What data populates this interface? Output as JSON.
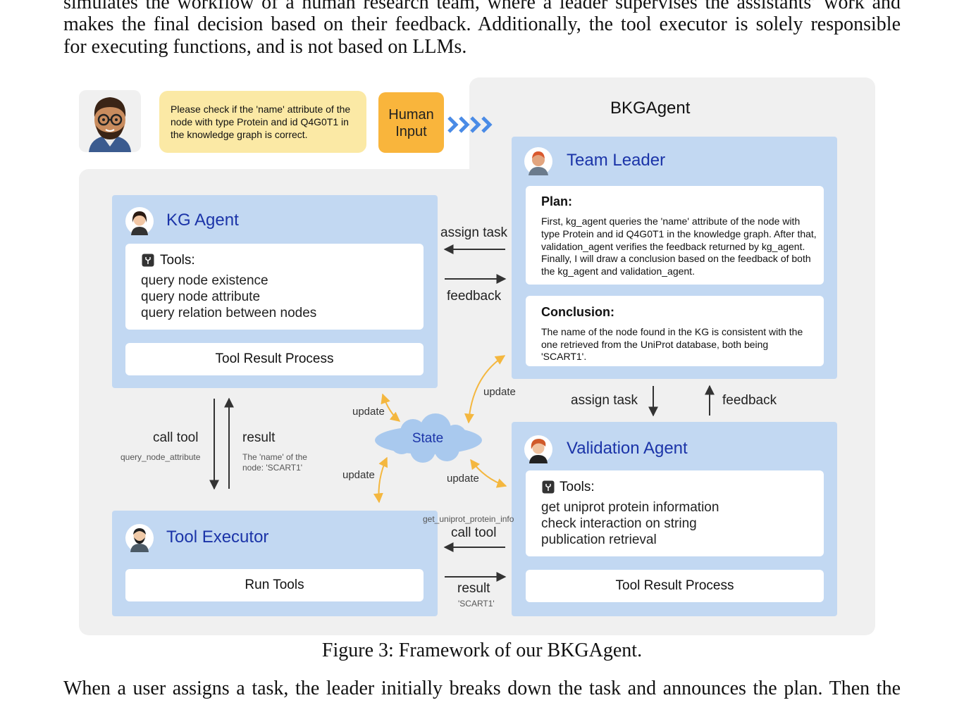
{
  "paper": {
    "top_lines": [
      "simulates the workflow of a human research team, where a leader supervises the assistants’ work and",
      "makes the final decision based on their feedback. Additionally, the tool executor is solely responsible",
      "for executing functions, and is not based on LLMs."
    ],
    "caption": "Figure 3: Framework of our BKGAgent.",
    "bottom_line": "When a user assigns a task, the leader initially breaks down the task and announces the plan. Then the"
  },
  "figure": {
    "human_message": "Please check if the 'name' attribute of the node with type Protein and id Q4G0T1 in the knowledge graph is correct.",
    "human_input_label": "Human\nInput",
    "arrows_glyph": "››››",
    "framework_title": "BKGAgent",
    "team_leader": {
      "title": "Team Leader",
      "plan_heading": "Plan:",
      "plan_text": "First, kg_agent queries the 'name' attribute of the node with type Protein and id Q4G0T1 in the knowledge graph. After that, validation_agent verifies the feedback returned by kg_agent. Finally, I will draw a conclusion based on the feedback of both the kg_agent and validation_agent.",
      "conclusion_heading": "Conclusion:",
      "conclusion_text": "The name of the node found in the KG is consistent with the one retrieved from the UniProt database, both being 'SCART1'."
    },
    "kg_agent": {
      "title": "KG Agent",
      "tools_heading": "Tools:",
      "tools": [
        "query node existence",
        "query node attribute",
        "query relation between nodes"
      ],
      "process_label": "Tool Result Process"
    },
    "tool_executor": {
      "title": "Tool Executor",
      "run_label": "Run Tools"
    },
    "validation_agent": {
      "title": "Validation Agent",
      "tools_heading": "Tools:",
      "tools": [
        "get uniprot protein information",
        "check interaction on string",
        "publication retrieval"
      ],
      "process_label": "Tool Result Process"
    },
    "state_label": "State",
    "edges": {
      "assign_task_top": "assign task",
      "feedback_top": "feedback",
      "assign_task_right": "assign task",
      "feedback_right": "feedback",
      "call_tool_left": "call tool",
      "call_tool_left_sub": "query_node_attribute",
      "result_left": "result",
      "result_left_sub": "The 'name' of the node: 'SCART1'",
      "call_tool_bottom": "call tool",
      "call_tool_bottom_sub": "get_uniprot_protein_info",
      "result_bottom": "result",
      "result_bottom_sub": "'SCART1'",
      "update_1": "update",
      "update_2": "update",
      "update_3": "update",
      "update_4": "update"
    },
    "colors": {
      "panel_bg": "#f0f0f0",
      "agent_bg": "#c2d8f2",
      "title_blue": "#1b34a8",
      "message_yellow": "#fbe9a5",
      "human_orange": "#f9b53c",
      "arrow_orange": "#f4b73f",
      "state_cloud": "#a9c9ee",
      "chevron_blue": "#4a8be6"
    }
  }
}
